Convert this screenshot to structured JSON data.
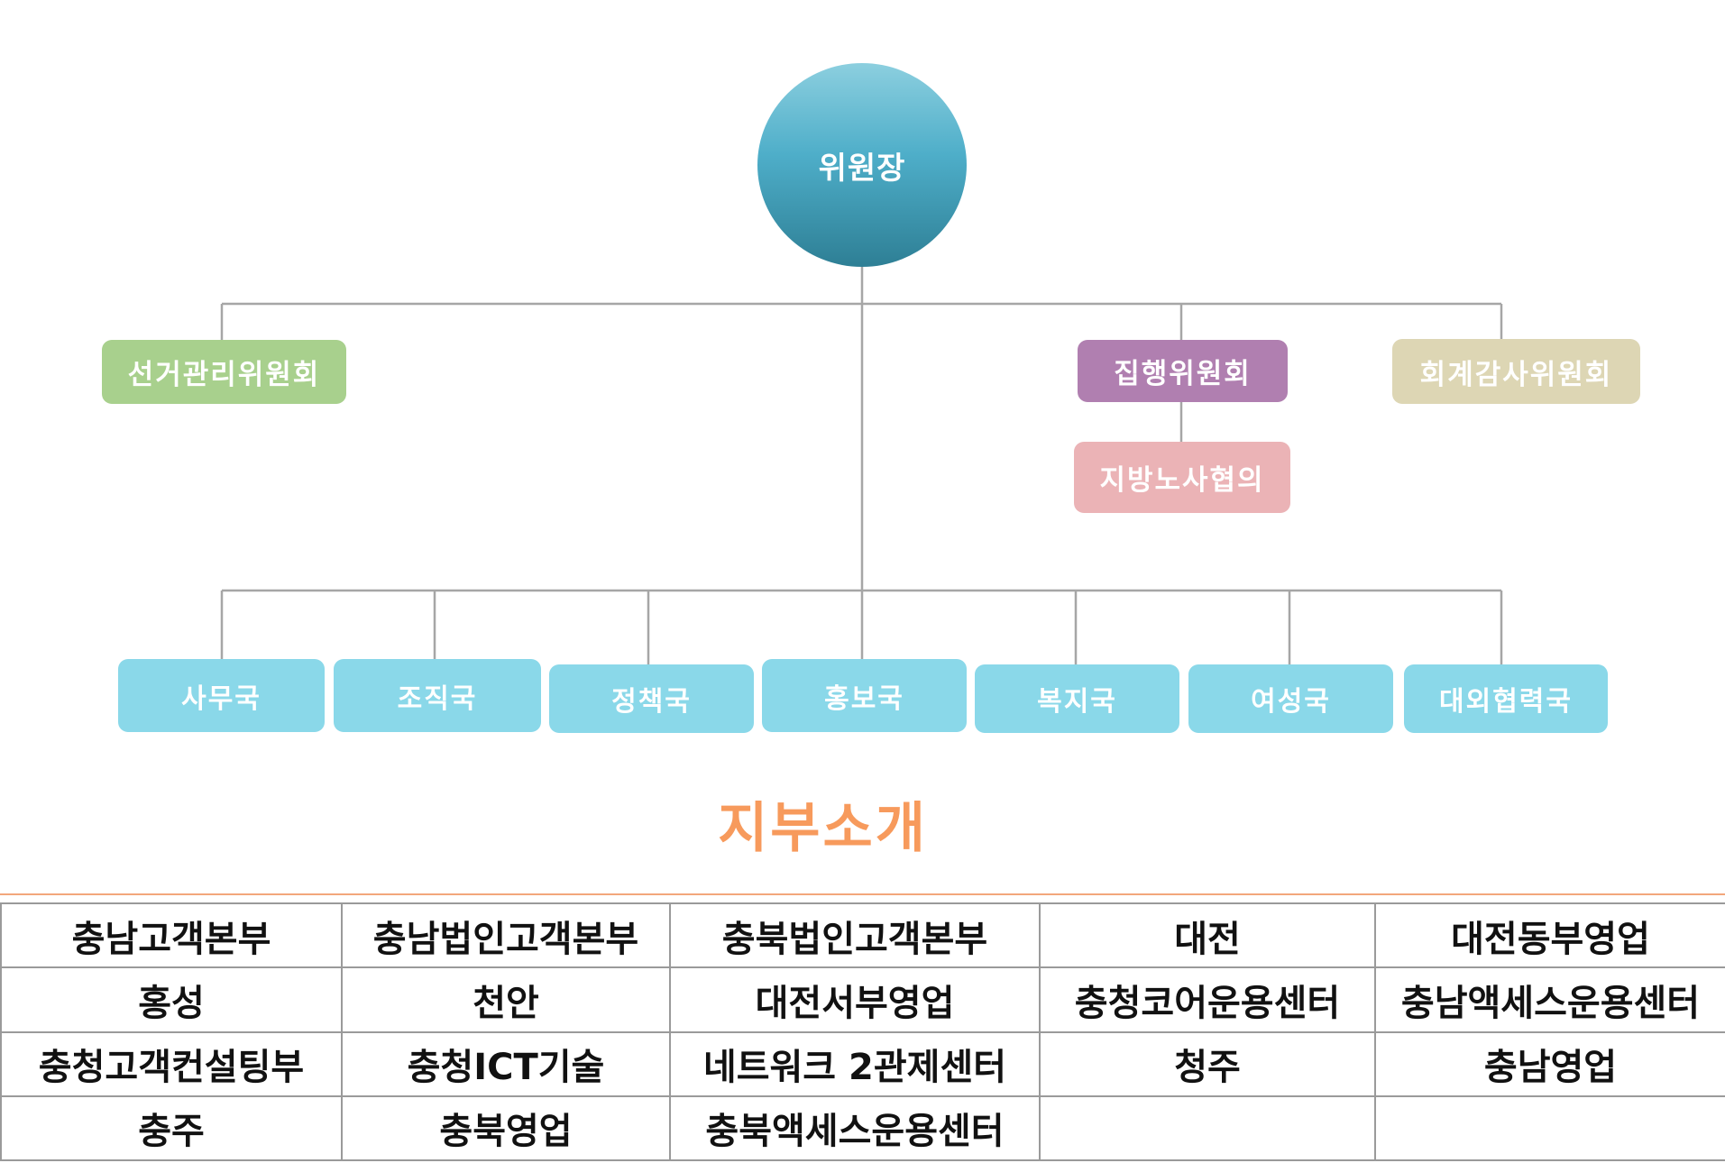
{
  "org": {
    "chair": "위원장",
    "upper": {
      "election": "선거관리위원회",
      "executive": "집행위원회",
      "audit": "회계감사위원회",
      "regional": "지방노사협의"
    },
    "departments": [
      "사무국",
      "조직국",
      "정책국",
      "홍보국",
      "복지국",
      "여성국",
      "대외협력국"
    ],
    "colors": {
      "chair": "#4eaec9",
      "election": "#a8d08d",
      "executive": "#b07fb0",
      "audit": "#ddd6b4",
      "regional": "#ebb3b6",
      "department": "#8ad8e9",
      "connector": "#a6a6a6"
    }
  },
  "branches": {
    "title": "지부소개",
    "title_color": "#f79a5c",
    "rows": [
      [
        "충남고객본부",
        "충남법인고객본부",
        "충북법인고객본부",
        "대전",
        "대전동부영업"
      ],
      [
        "홍성",
        "천안",
        "대전서부영업",
        "충청코어운용센터",
        "충남액세스운용센터"
      ],
      [
        "충청고객컨설팅부",
        "충청ICT기술",
        "네트워크 2관제센터",
        "청주",
        "충남영업"
      ],
      [
        "충주",
        "충북영업",
        "충북액세스운용센터",
        "",
        ""
      ]
    ]
  }
}
